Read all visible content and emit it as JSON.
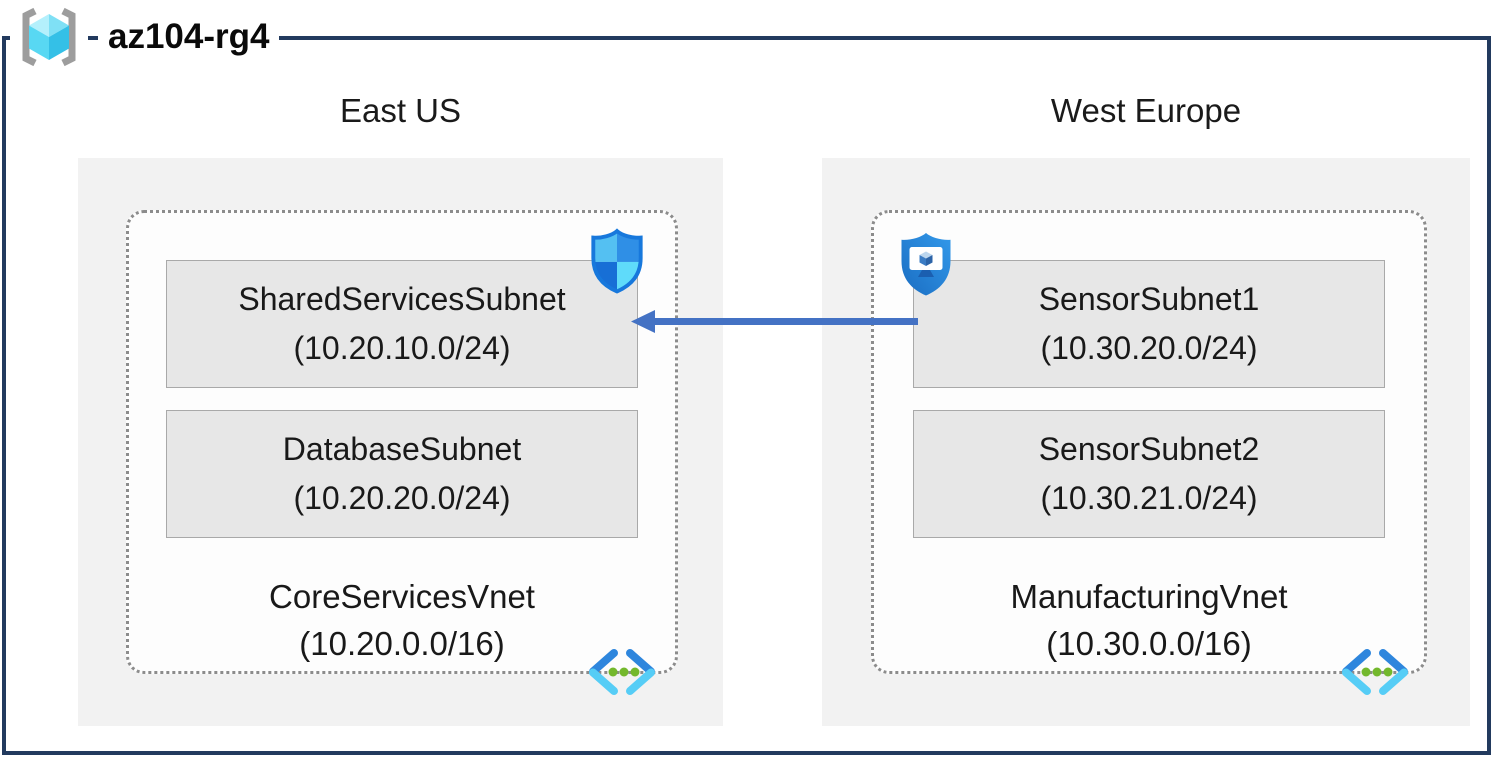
{
  "resource_group": {
    "name": "az104-rg4",
    "icon": "resource-group-icon"
  },
  "regions": [
    {
      "name": "East US",
      "vnet": {
        "name": "CoreServicesVnet",
        "address_space": "(10.20.0.0/16)",
        "icon": "virtual-network-icon",
        "subnets": [
          {
            "name": "SharedServicesSubnet",
            "cidr": "(10.20.10.0/24)",
            "badge": "nsg-shield-icon"
          },
          {
            "name": "DatabaseSubnet",
            "cidr": "(10.20.20.0/24)",
            "badge": null
          }
        ]
      }
    },
    {
      "name": "West Europe",
      "vnet": {
        "name": "ManufacturingVnet",
        "address_space": "(10.30.0.0/16)",
        "icon": "virtual-network-icon",
        "subnets": [
          {
            "name": "SensorSubnet1",
            "cidr": "(10.30.20.0/24)",
            "badge": "bastion-shield-icon"
          },
          {
            "name": "SensorSubnet2",
            "cidr": "(10.30.21.0/24)",
            "badge": null
          }
        ]
      }
    }
  ],
  "connection": {
    "from": "SensorSubnet1",
    "to": "SharedServicesSubnet",
    "direction": "right-to-left",
    "color": "#4472C4"
  },
  "colors": {
    "frame_border": "#223a5e",
    "region_fill": "#f2f2f2",
    "vnet_fill": "#fdfdfd",
    "vnet_dotted_border": "#8c8c8c",
    "subnet_fill": "#e7e7e7",
    "subnet_border": "#a9a9a9",
    "arrow": "#4472C4",
    "vnet_icon_green_dots": "#73b82c",
    "vnet_icon_blue": "#2e86dd",
    "vnet_icon_cyan": "#56cdf6"
  }
}
